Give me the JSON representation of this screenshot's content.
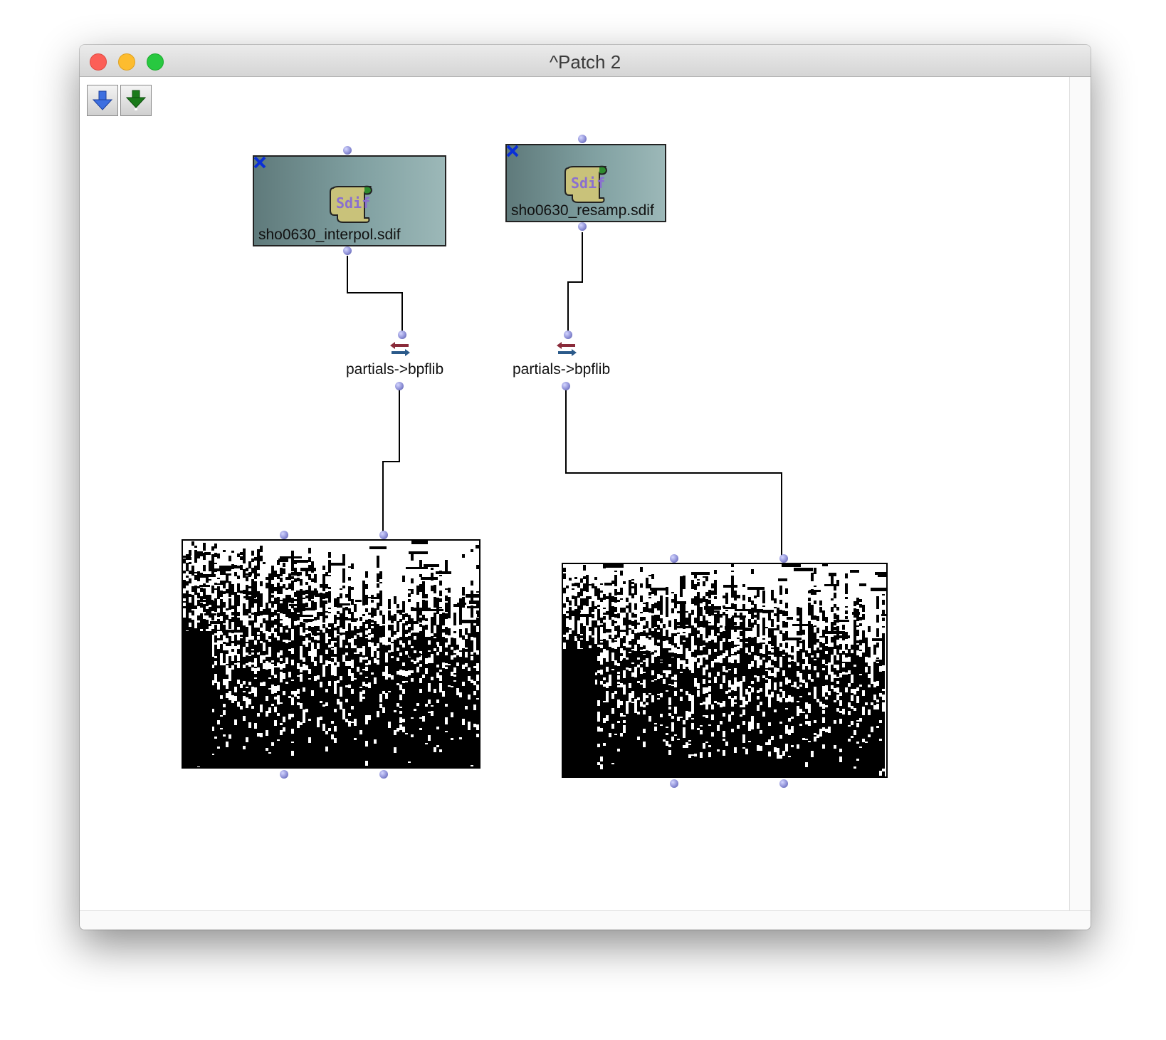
{
  "window": {
    "title": "^Patch 2"
  },
  "toolbar": {
    "buttons": [
      {
        "name": "blue-down-arrow-icon",
        "color": "#3d6fe0"
      },
      {
        "name": "green-down-arrow-icon",
        "color": "#1a7a1a"
      }
    ]
  },
  "patch": {
    "sdif_boxes": [
      {
        "file": "sho0630_interpol.sdif",
        "icon": "sdif-scroll-icon"
      },
      {
        "file": "sho0630_resamp.sdif",
        "icon": "sdif-scroll-icon"
      }
    ],
    "functions": [
      {
        "label": "partials->bpflib",
        "icon": "conversion-arrows-icon"
      },
      {
        "label": "partials->bpflib",
        "icon": "conversion-arrows-icon"
      }
    ],
    "bpf_displays": [
      {
        "name": "bpf-library-display-1"
      },
      {
        "name": "bpf-library-display-2"
      }
    ]
  }
}
